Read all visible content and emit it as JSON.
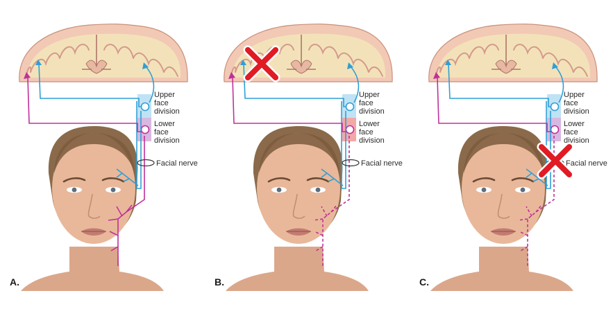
{
  "panels": [
    {
      "letter": "A.",
      "upper_label": [
        "Upper",
        "face",
        "division"
      ],
      "lower_label": [
        "Lower",
        "face",
        "division"
      ],
      "nerve_label": "Facial nerve",
      "lesion": "none"
    },
    {
      "letter": "B.",
      "upper_label": [
        "Upper",
        "face",
        "division"
      ],
      "lower_label": [
        "Lower",
        "face",
        "division"
      ],
      "nerve_label": "Facial nerve",
      "lesion": "cortex"
    },
    {
      "letter": "C.",
      "upper_label": [
        "Upper",
        "face",
        "division"
      ],
      "lower_label": [
        "Lower",
        "face",
        "division"
      ],
      "nerve_label": "Facial nerve",
      "lesion": "nerve"
    }
  ],
  "colors": {
    "upper_pathway": "#2f9fd6",
    "lower_pathway": "#c0309a",
    "upper_box": "#bfe3f5",
    "lower_box": "#d8b8e0",
    "lower_box_lesion": "#f3a8a8",
    "lesion_x": "#e01b24",
    "brain_outer": "#f2c9b5",
    "brain_gyri": "#f3e2b9",
    "brain_sulci": "#d49a8c",
    "skin": "#e9b89a",
    "hair": "#8a6a4a"
  }
}
